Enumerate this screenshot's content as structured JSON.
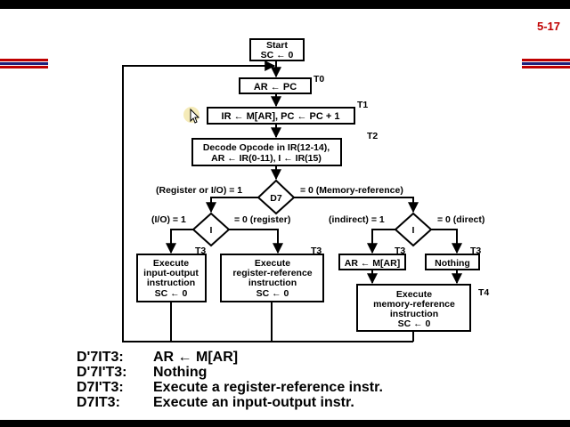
{
  "slide": {
    "page_number": "5-17",
    "colors": {
      "accent_red": "#c00000",
      "stripe_navy": "#1f1f7a",
      "bar": "#000000"
    }
  },
  "flowchart": {
    "start": {
      "line1": "Start",
      "line2": "SC ← 0"
    },
    "t0_box": "AR ← PC",
    "t1_box": "IR ← M[AR],  PC ← PC + 1",
    "t2_box": {
      "line1": "Decode Opcode in IR(12-14),",
      "line2": "AR ← IR(0-11),     I ← IR(15)"
    },
    "d7_label": "D7",
    "timing": {
      "t0": "T0",
      "t1": "T1",
      "t2": "T2",
      "t3": "T3",
      "t4": "T4"
    },
    "d7_left_branch": "(Register or I/O) = 1",
    "d7_right_branch": "= 0 (Memory-reference)",
    "i_label": "I",
    "i_left_left_branch": "(I/O) = 1",
    "i_left_right_branch": "= 0 (register)",
    "i_right_left_branch": "(indirect) = 1",
    "i_right_right_branch": "= 0 (direct)",
    "io_box": {
      "line1": "Execute",
      "line2": "input-output",
      "line3": "instruction",
      "line4": "SC ←   0"
    },
    "reg_box": {
      "line1": "Execute",
      "line2": "register-reference",
      "line3": "instruction",
      "line4": "SC ←   0"
    },
    "indirect_box": "AR ← M[AR]",
    "nothing_box": "Nothing",
    "mem_box": {
      "line1": "Execute",
      "line2": "memory-reference",
      "line3": "instruction",
      "line4": "SC ←   0"
    }
  },
  "legend": [
    {
      "cond": "D'7IT3:",
      "action": "AR ← M[AR]"
    },
    {
      "cond": "D'7I'T3:",
      "action": "Nothing"
    },
    {
      "cond": "D7I'T3:",
      "action": "Execute a register-reference instr."
    },
    {
      "cond": "D7IT3:",
      "action": "Execute an input-output instr."
    }
  ]
}
